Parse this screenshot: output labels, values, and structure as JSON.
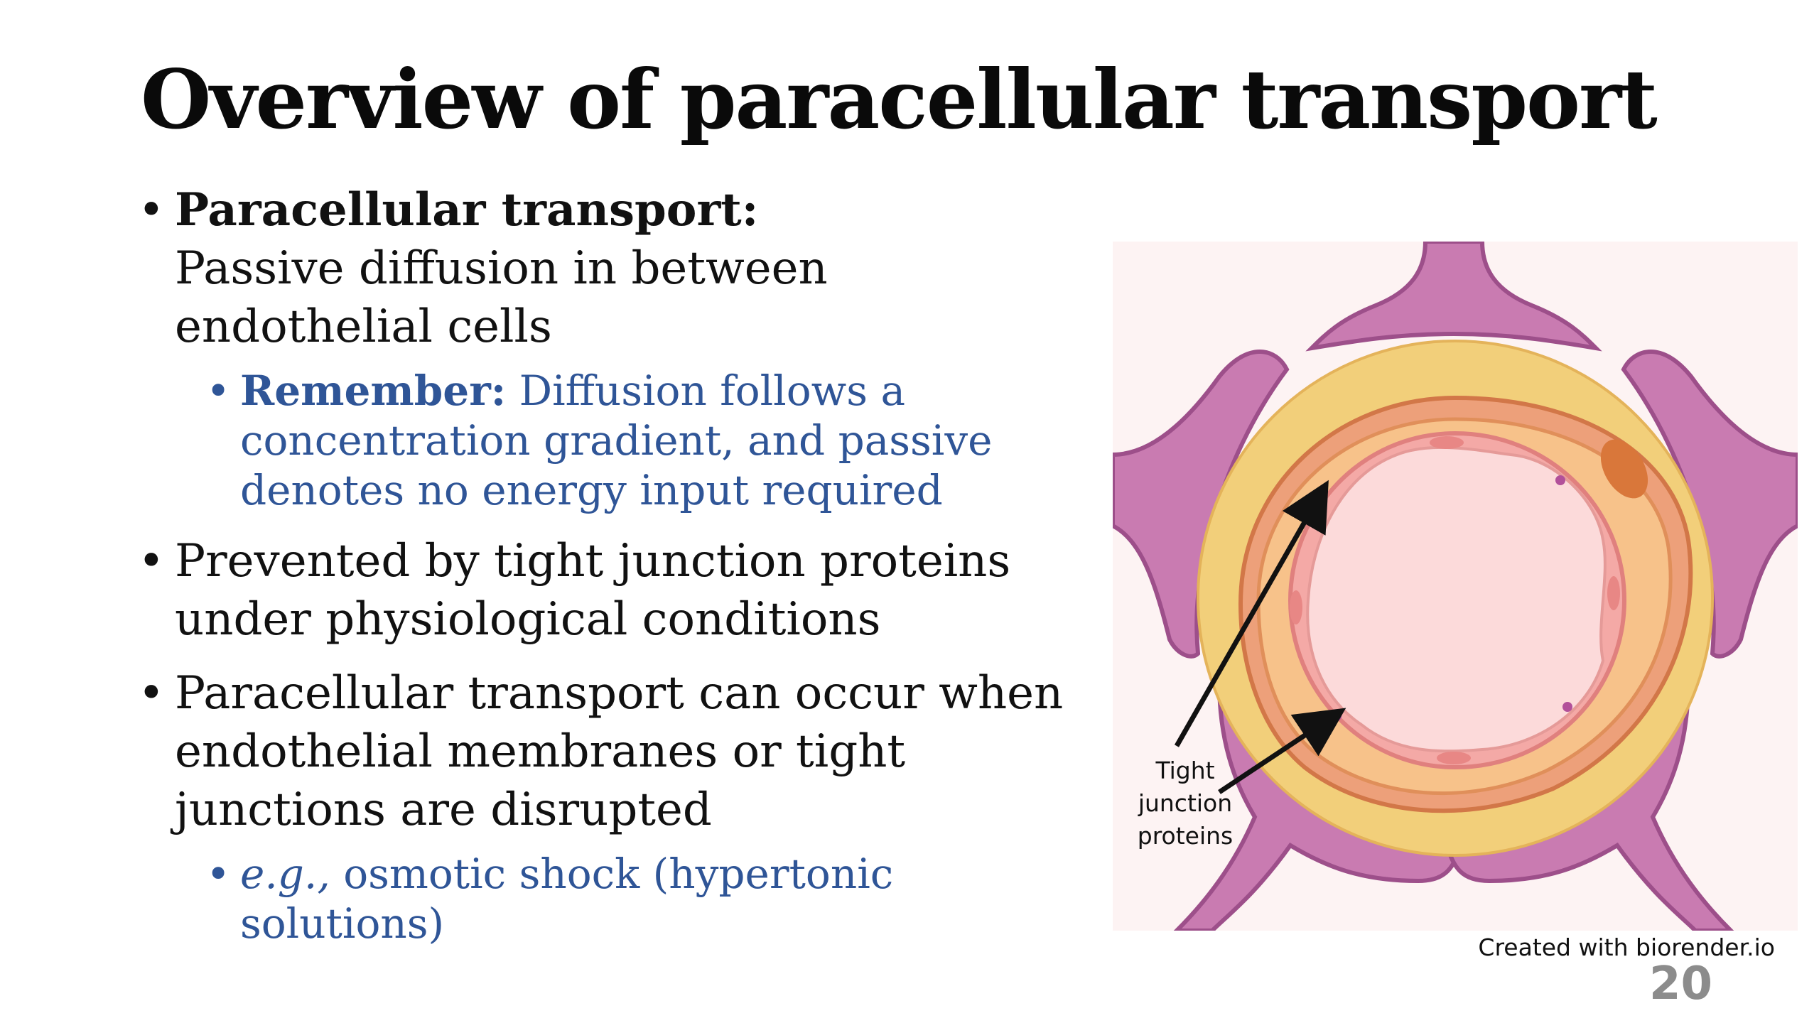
{
  "slide": {
    "title": "Overview of paracellular transport",
    "page_number": "20",
    "bullets": [
      {
        "bold": "Paracellular transport:",
        "text": "Passive diffusion in between endothelial cells",
        "sub": {
          "bold": "Remember:",
          "text": " Diffusion follows a concentration gradient, and passive denotes no energy input required"
        }
      },
      {
        "text": "Prevented by tight junction proteins under physiological conditions"
      },
      {
        "text": "Paracellular transport can occur when endothelial membranes or tight junctions are disrupted",
        "sub": {
          "italic": "e.g.,",
          "text": " osmotic shock (hypertonic solutions)"
        }
      }
    ]
  },
  "figure": {
    "label_line1": "Tight",
    "label_line2": "junction",
    "label_line3": "proteins",
    "credit": "Created with biorender.io",
    "colors": {
      "background": "#fdf3f3",
      "astrocyte": "#c97bb1",
      "astrocyte_stroke": "#9d4f8a",
      "basement_membrane": "#f2cf7a",
      "pericyte": "#eda07a",
      "endothelium": "#f4a9a6",
      "lumen": "#fcdada",
      "text_blue": "#2f5597"
    }
  }
}
